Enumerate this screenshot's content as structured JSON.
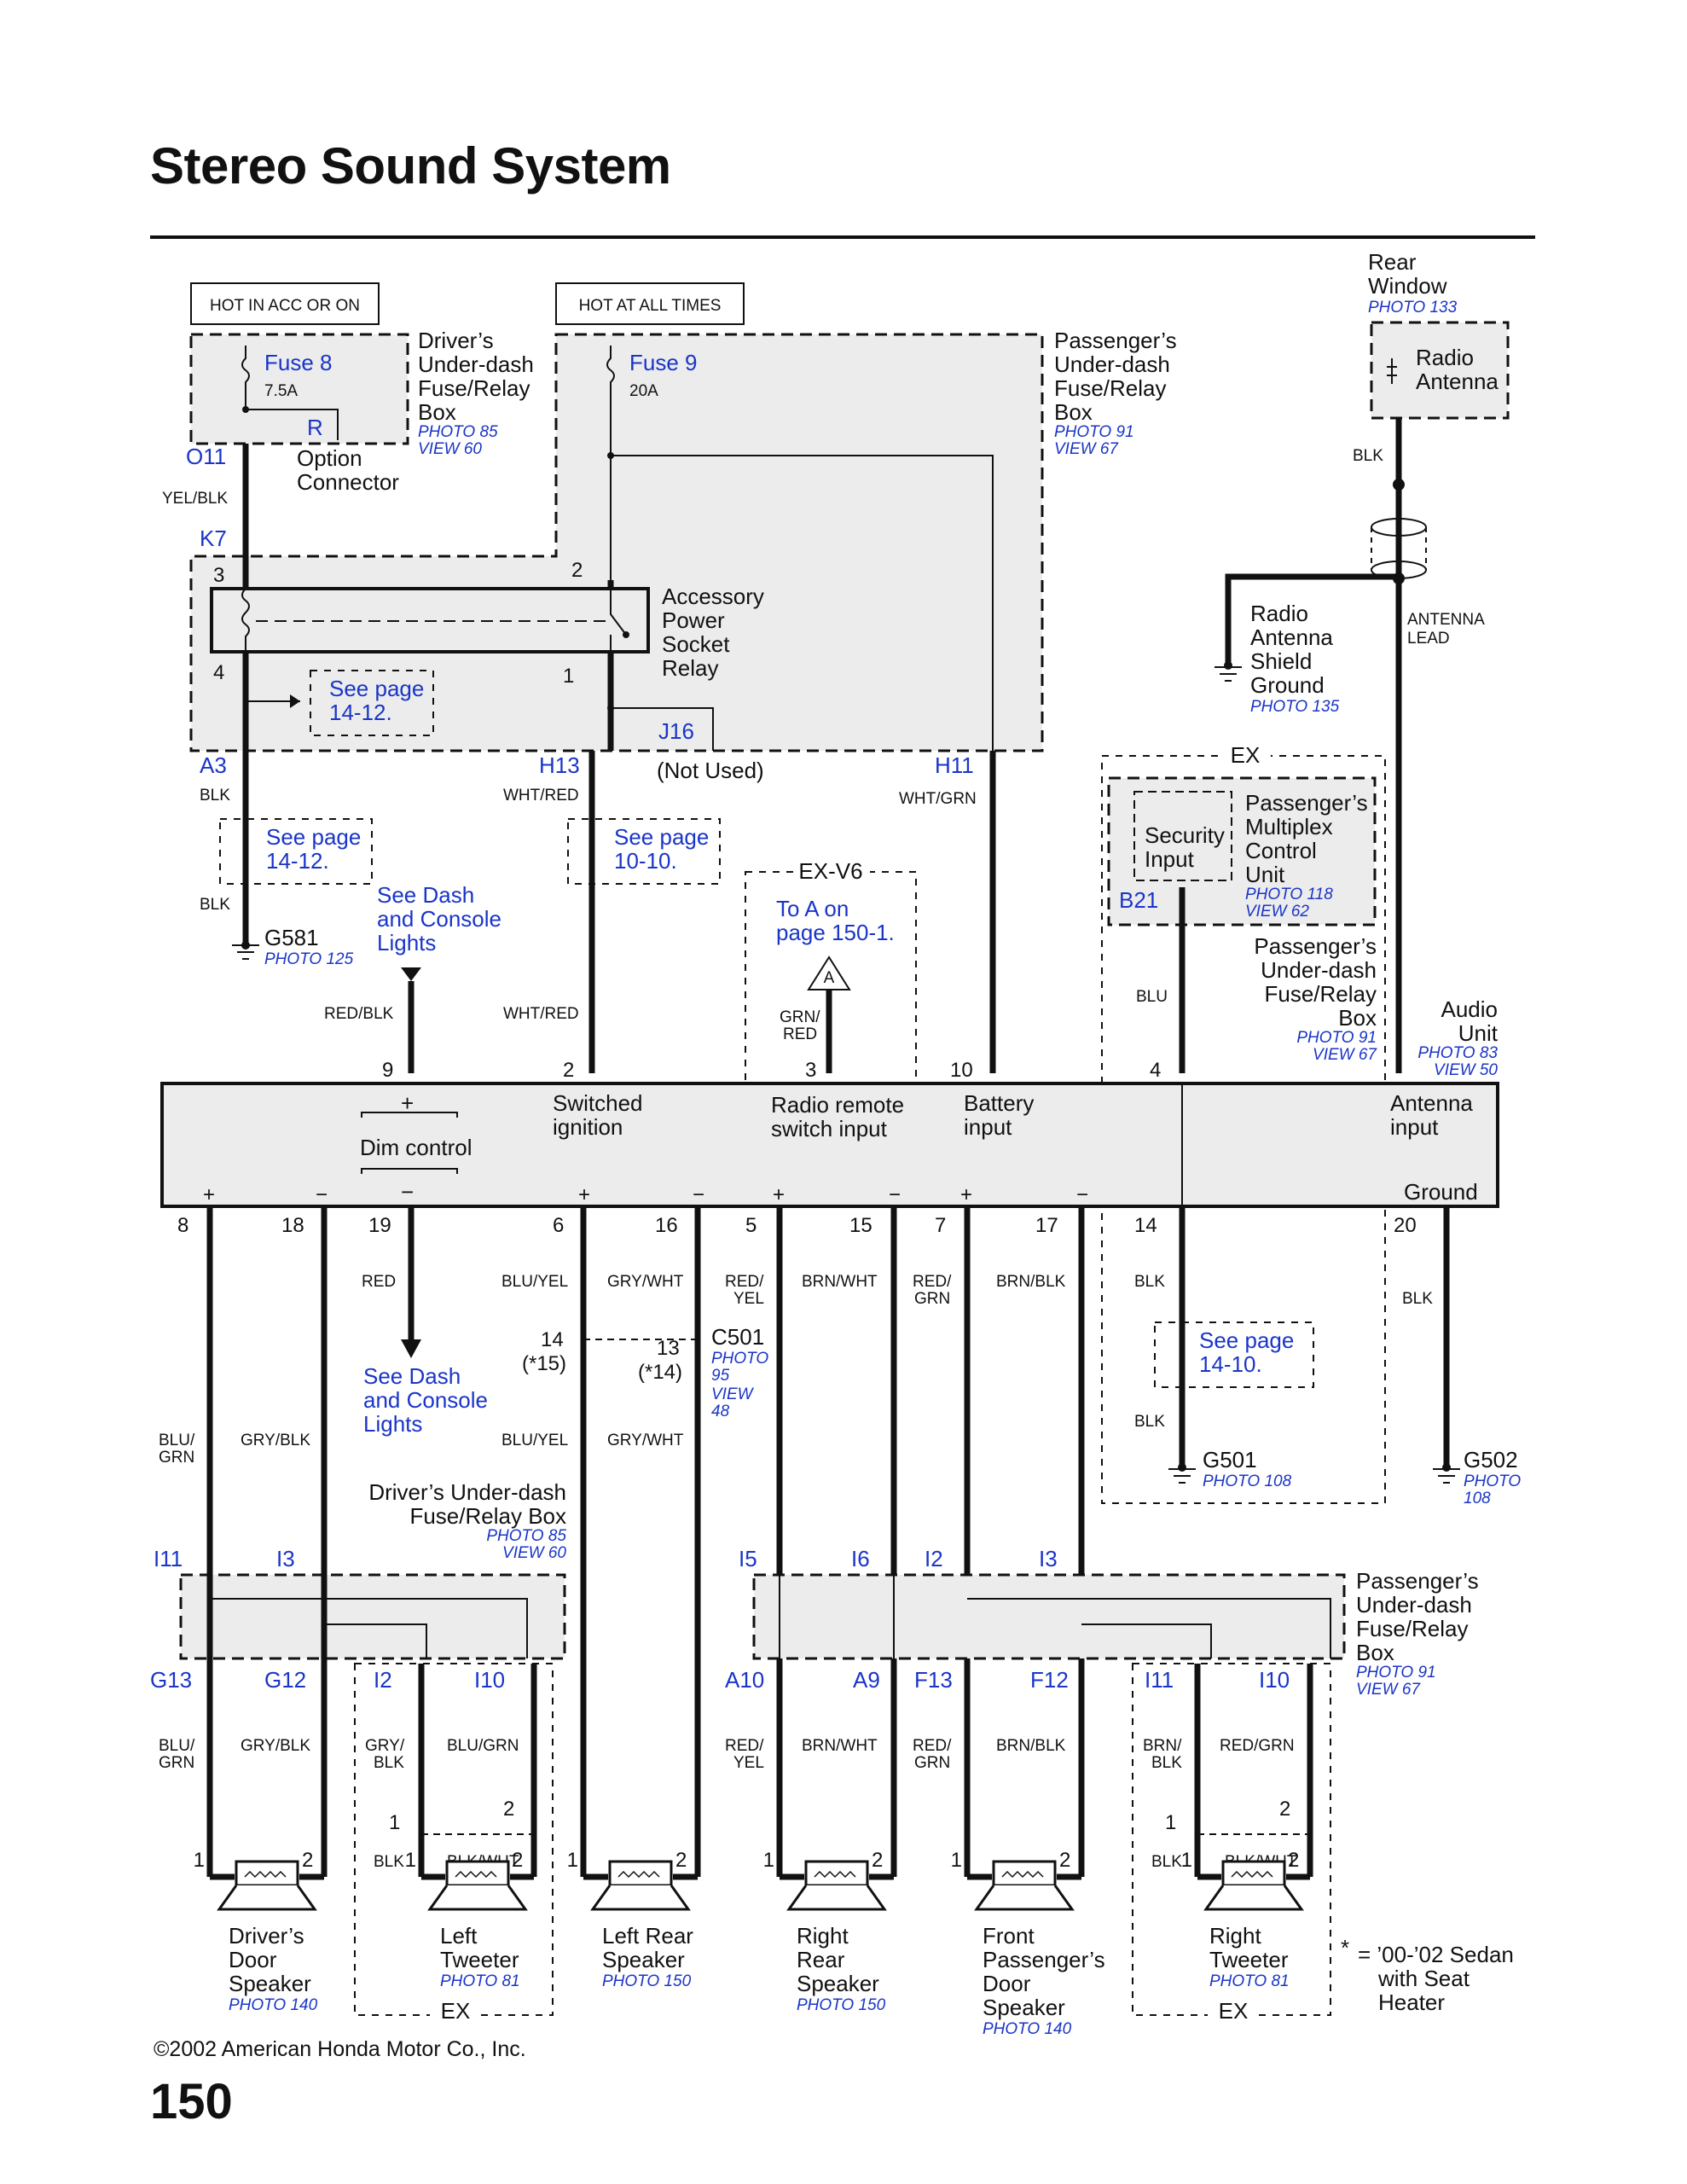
{
  "page_title": "Stereo Sound System",
  "copyright": "©2002 American Honda Motor Co., Inc.",
  "page_number": "150",
  "power_labels": {
    "acc": "HOT IN ACC OR ON",
    "always": "HOT AT ALL TIMES"
  },
  "fuses": {
    "fuse8": {
      "name": "Fuse 8",
      "rating": "7.5A"
    },
    "fuse9": {
      "name": "Fuse 9",
      "rating": "20A"
    }
  },
  "components": {
    "drivers_box": {
      "lines": [
        "Driver’s",
        "Under-dash",
        "Fuse/Relay",
        "Box"
      ],
      "photo": "PHOTO 85",
      "view": "VIEW 60"
    },
    "passengers_box_top": {
      "lines": [
        "Passenger’s",
        "Under-dash",
        "Fuse/Relay",
        "Box"
      ],
      "photo": "PHOTO 91",
      "view": "VIEW 67"
    },
    "option_connector": {
      "lines": [
        "Option",
        "Connector"
      ],
      "pin": "R"
    },
    "relay": {
      "lines": [
        "Accessory",
        "Power",
        "Socket",
        "Relay"
      ],
      "not_used": "(Not Used)"
    },
    "rear_window": {
      "lines": [
        "Rear",
        "Window"
      ],
      "photo": "PHOTO 133"
    },
    "radio_antenna": {
      "lines": [
        "Radio",
        "Antenna"
      ]
    },
    "antenna_lead": {
      "lines": [
        "ANTENNA",
        "LEAD"
      ]
    },
    "shield_ground": {
      "lines": [
        "Radio",
        "Antenna",
        "Shield",
        "Ground"
      ],
      "photo": "PHOTO 135"
    },
    "multiplex": {
      "lines": [
        "Passenger’s",
        "Multiplex",
        "Control",
        "Unit"
      ],
      "photo": "PHOTO 118",
      "view": "VIEW 62",
      "input_lines": [
        "Security",
        "Input"
      ],
      "pin": "B21"
    },
    "passengers_box_mid": {
      "lines": [
        "Passenger’s",
        "Under-dash",
        "Fuse/Relay",
        "Box"
      ],
      "photo": "PHOTO 91",
      "view": "VIEW 67"
    },
    "audio_unit": {
      "lines": [
        "Audio",
        "Unit"
      ],
      "photo": "PHOTO 83",
      "view": "VIEW 50"
    },
    "drivers_box_low": {
      "lines": [
        "Driver’s Under-dash",
        "Fuse/Relay Box"
      ],
      "photo": "PHOTO 85",
      "view": "VIEW 60"
    },
    "passengers_box_low": {
      "lines": [
        "Passenger’s",
        "Under-dash",
        "Fuse/Relay",
        "Box"
      ],
      "photo": "PHOTO 91",
      "view": "VIEW 67"
    },
    "c501": {
      "name": "C501",
      "photo": [
        "PHOTO",
        "95"
      ],
      "view": [
        "VIEW",
        "48"
      ],
      "pin_left": "14",
      "pin_left_alt": "(*15)",
      "pin_right": "13",
      "pin_right_alt": "(*14)"
    }
  },
  "grounds": {
    "g581": {
      "name": "G581",
      "photo": "PHOTO 125"
    },
    "g501": {
      "name": "G501",
      "photo": "PHOTO 108"
    },
    "g502": {
      "name": "G502",
      "photo": [
        "PHOTO",
        "108"
      ]
    }
  },
  "ex_labels": {
    "ex": "EX",
    "exv6": "EX-V6"
  },
  "see_refs": {
    "relay_ref": [
      "See page",
      "14-12."
    ],
    "ground_ref": [
      "See page",
      "14-12."
    ],
    "switched_ref": [
      "See page",
      "10-10."
    ],
    "g501_ref": [
      "See page",
      "14-10."
    ],
    "dash_lights_top": [
      "See Dash",
      "and Console",
      "Lights"
    ],
    "dash_lights_bottom": [
      "See Dash",
      "and Console",
      "Lights"
    ],
    "to_a": [
      "To A on",
      "page 150-1."
    ],
    "a_marker": "A"
  },
  "audio_inputs": {
    "dim": "Dim control",
    "switched": [
      "Switched",
      "ignition"
    ],
    "remote": [
      "Radio remote",
      "switch input"
    ],
    "battery": [
      "Battery",
      "input"
    ],
    "antenna": [
      "Antenna",
      "input"
    ],
    "ground": "Ground"
  },
  "speakers": {
    "drivers_door": {
      "lines": [
        "Driver’s",
        "Door",
        "Speaker"
      ],
      "photo": "PHOTO 140"
    },
    "left_tweeter": {
      "lines": [
        "Left",
        "Tweeter"
      ],
      "photo": "PHOTO 81"
    },
    "left_rear": {
      "lines": [
        "Left Rear",
        "Speaker"
      ],
      "photo": "PHOTO 150"
    },
    "right_rear": {
      "lines": [
        "Right",
        "Rear",
        "Speaker"
      ],
      "photo": "PHOTO 150"
    },
    "front_passenger_door": {
      "lines": [
        "Front",
        "Passenger’s",
        "Door",
        "Speaker"
      ],
      "photo": "PHOTO 140"
    },
    "right_tweeter": {
      "lines": [
        "Right",
        "Tweeter"
      ],
      "photo": "PHOTO 81"
    }
  },
  "footnote": {
    "mark": "*",
    "lines": [
      "= ’00-’02 Sedan",
      "with Seat",
      "Heater"
    ]
  },
  "connectors": {
    "O11": "O11",
    "K7": "K7",
    "A3": "A3",
    "H13": "H13",
    "H11": "H11",
    "J16": "J16",
    "I11": "I11",
    "I3": "I3",
    "I5": "I5",
    "I6": "I6",
    "I2": "I2",
    "I3b": "I3",
    "G13": "G13",
    "G12": "G12",
    "I2b": "I2",
    "I10": "I10",
    "A10": "A10",
    "A9": "A9",
    "F13": "F13",
    "F12": "F12",
    "I11b": "I11",
    "I10b": "I10"
  },
  "wire_colors": {
    "yel_blk": "YEL/BLK",
    "blk": "BLK",
    "wht_red": "WHT/RED",
    "wht_grn": "WHT/GRN",
    "red_blk": "RED/BLK",
    "grn_red": [
      "GRN/",
      "RED"
    ],
    "blu": "BLU",
    "red": "RED",
    "blu_yel": "BLU/YEL",
    "gry_wht": "GRY/WHT",
    "red_yel": [
      "RED/",
      "YEL"
    ],
    "brn_wht": "BRN/WHT",
    "red_grn": [
      "RED/",
      "GRN"
    ],
    "brn_blk": "BRN/BLK",
    "blu_grn": [
      "BLU/",
      "GRN"
    ],
    "gry_blk": "GRY/BLK",
    "gry_blk2": [
      "GRY/",
      "BLK"
    ],
    "blu_grn2": "BLU/GRN",
    "brn_blk2": [
      "BRN/",
      "BLK"
    ],
    "red_grn2": "RED/GRN",
    "blk_wht": "BLK/WHT"
  },
  "pins": {
    "relay": [
      "3",
      "2",
      "4",
      "1"
    ],
    "audio_top": [
      "9",
      "2",
      "3",
      "10",
      "4"
    ],
    "audio_bottom": [
      "8",
      "18",
      "19",
      "6",
      "16",
      "5",
      "15",
      "7",
      "17",
      "14",
      "20"
    ],
    "speaker": [
      "1",
      "2"
    ],
    "polarity": {
      "plus": "+",
      "minus": "−"
    }
  }
}
